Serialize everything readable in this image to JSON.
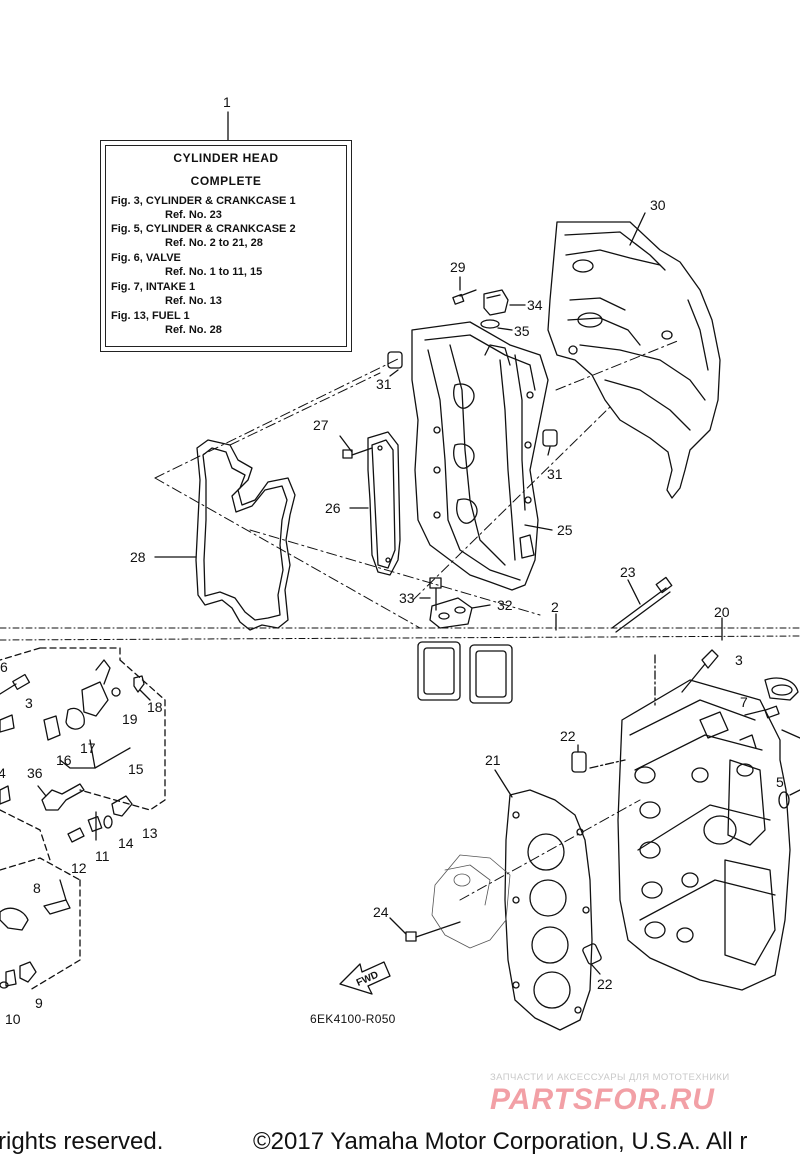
{
  "reference_box": {
    "number": "1",
    "title_1": "CYLINDER HEAD",
    "title_2": "COMPLETE",
    "lines": [
      "Fig. 3, CYLINDER & CRANKCASE 1",
      "Ref. No. 23",
      "Fig. 5, CYLINDER & CRANKCASE 2",
      "Ref. No. 2 to 21, 28",
      "Fig. 6, VALVE",
      "Ref. No. 1 to 11, 15",
      "Fig. 7, INTAKE 1",
      "Ref. No. 13",
      "Fig. 13, FUEL 1",
      "Ref. No. 28"
    ]
  },
  "callouts": {
    "c30": "30",
    "c29": "29",
    "c34": "34",
    "c35": "35",
    "c31a": "31",
    "c31b": "31",
    "c27": "27",
    "c26": "26",
    "c25": "25",
    "c28": "28",
    "c33": "33",
    "c32": "32",
    "c2": "2",
    "c23": "23",
    "c20": "20",
    "c6": "6",
    "c3a": "3",
    "c3b": "3",
    "c18": "18",
    "c19": "19",
    "c7": "7",
    "c17": "17",
    "c16": "16",
    "c15": "15",
    "c22a": "22",
    "c22b": "22",
    "c21": "21",
    "c5": "5",
    "c4": "4",
    "c36": "36",
    "c13": "13",
    "c14": "14",
    "c11": "11",
    "c12": "12",
    "c8": "8",
    "c24": "24",
    "c9": "9",
    "c10": "10"
  },
  "fwd_label": "FWD",
  "diagram_code": "6EK4100-R050",
  "watermark": {
    "tagline": "ЗАПЧАСТИ И АКСЕССУАРЫ ДЛЯ МОТОТЕХНИКИ",
    "logo": "PARTSFOR.RU"
  },
  "footer": {
    "left": "rights reserved.",
    "right": "©2017 Yamaha Motor Corporation, U.S.A. All r"
  }
}
